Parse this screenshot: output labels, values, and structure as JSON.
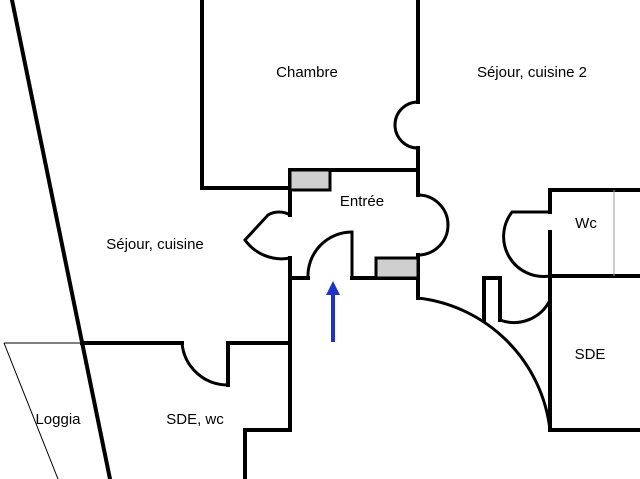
{
  "floor_plan": {
    "rooms": {
      "chambre": "Chambre",
      "sejour_cuisine_2": "Séjour, cuisine 2",
      "entree": "Entrée",
      "wc": "Wc",
      "sejour_cuisine": "Séjour, cuisine",
      "sde": "SDE",
      "loggia": "Loggia",
      "sde_wc": "SDE, wc"
    },
    "colors": {
      "walls": "#000000",
      "entrance_arrow": "#1f33c8",
      "closet_fill": "#cfcfcf",
      "background": "#ffffff"
    },
    "icons": {
      "entrance": "entrance-arrow-icon"
    }
  }
}
